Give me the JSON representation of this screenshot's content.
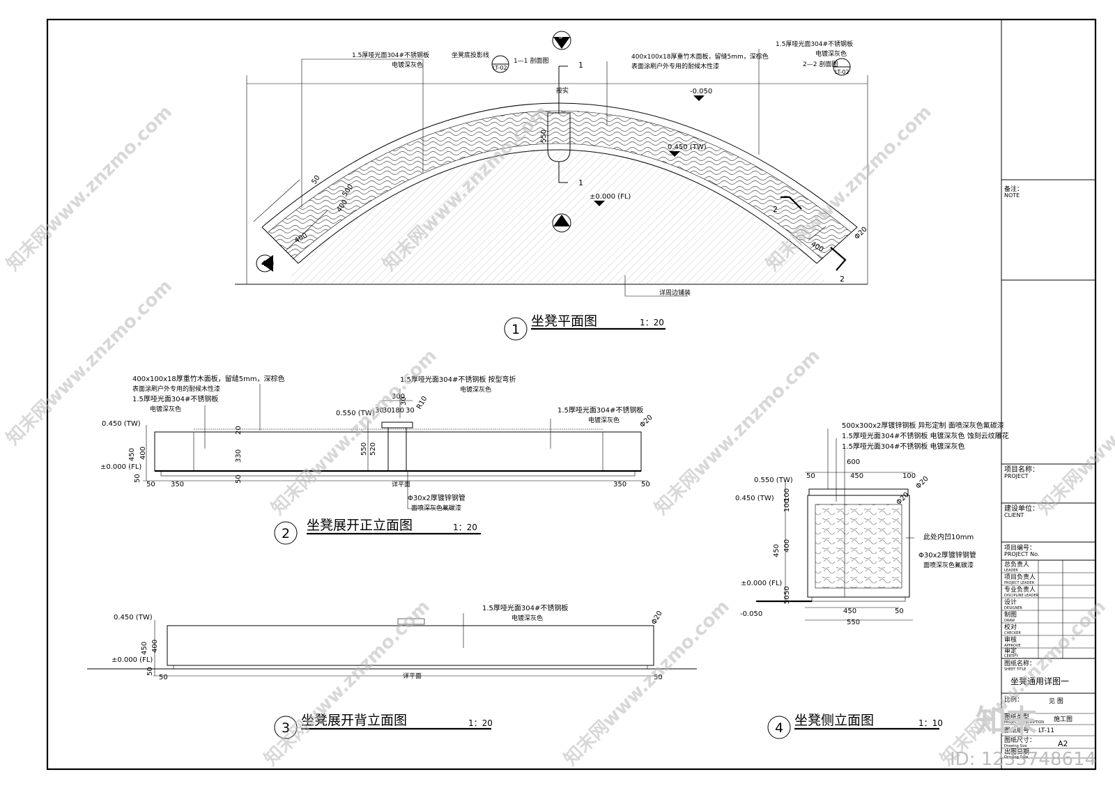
{
  "plan": {
    "title": "坐凳平面图",
    "scale": "1：20",
    "num": "1",
    "notes": {
      "steel_top_l1": "1.5厚哑光面304#不锈钢板",
      "steel_top_l2": "电镀深灰色",
      "shadow_line": "坐凳底投影线",
      "sec11": "1—1 剖面图",
      "sec11_code": "LT-02",
      "wood_l1": "400x100x18厚重竹木面板，留缝5mm，深棕色",
      "wood_l2": "表面涂刷户外专用的耐候木性漆",
      "steel_r1": "1.5厚哑光面304#不锈钢板",
      "steel_r2": "电镀深灰色",
      "sec22": "2—2 剖面图",
      "sec22_code": "LT-02",
      "paving": "详周边铺装",
      "join": "按实",
      "lvl_top": "-0.050",
      "lvl_tw": "0.450 (TW)",
      "lvl_fl": "±0.000 (FL)"
    },
    "dims": {
      "d50": "50",
      "d500": "500",
      "d400": "400",
      "d550": "550",
      "d400b": "400",
      "d400c": "400",
      "phi20": "Φ20"
    },
    "marks": {
      "m1a": "1",
      "m1b": "1",
      "m2a": "2",
      "m2b": "2",
      "c2": "2",
      "c3": "3",
      "c4": "4"
    }
  },
  "front": {
    "title": "坐凳展开正立面图",
    "scale": "1：20",
    "num": "2",
    "notes": {
      "wood_l1": "400x100x18厚重竹木面板，留缝5mm，深棕色",
      "wood_l2": "表面涂刷户外专用的耐候木性漆",
      "steel_l1": "1.5厚哑光面304#不锈钢板",
      "steel_l2": "电镀深灰色",
      "mid_l1": "1.5厚哑光面304#不锈钢板 按型弯折",
      "mid_l2": "电镀深灰色",
      "right_l1": "1.5厚哑光面304#不锈钢板",
      "right_l2": "电镀深灰色",
      "pipe_l1": "Φ30x2厚镀锌钢管",
      "pipe_l2": "面喷深灰色氟碳漆",
      "detail": "详平面",
      "lvl_550": "0.550 (TW)",
      "lvl_450": "0.450 (TW)",
      "lvl_fl": "±0.000 (FL)"
    },
    "dims": {
      "d300": "300",
      "d30a": "30",
      "d30b": "30",
      "d180": "180",
      "d30c": "30",
      "r10": "R10",
      "d20": "20",
      "d30d": "30",
      "d330": "330",
      "d550": "550",
      "d520": "520",
      "d450": "450",
      "d400": "400",
      "d50v": "50",
      "d50a": "50",
      "d350a": "350",
      "d350b": "350",
      "d50b": "50",
      "d50c": "50",
      "phi20": "Φ20"
    }
  },
  "back": {
    "title": "坐凳展开背立面图",
    "scale": "1：20",
    "num": "3",
    "notes": {
      "steel_l1": "1.5厚哑光面304#不锈钢板",
      "steel_l2": "电镀深灰色",
      "detail": "详平面",
      "lvl_450": "0.450 (TW)",
      "lvl_fl": "±0.000 (FL)"
    },
    "dims": {
      "d450": "450",
      "d400": "400",
      "d50": "50",
      "d50a": "50",
      "d50b": "50",
      "phi20": "Φ20"
    }
  },
  "side": {
    "title": "坐凳侧立面图",
    "scale": "1：10",
    "num": "4",
    "notes": {
      "n1": "500x300x2厚镀锌钢板 异形定制 面喷深灰色氟碳漆",
      "n2a": "1.5厚哑光面304#不锈钢板  电镀深灰色  蚀刻云纹雕花",
      "n3": "1.5厚哑光面304#不锈钢板  电镀深灰色",
      "inset": "此处内凹10mm",
      "pipe_l1": "Φ30x2厚镀锌钢管",
      "pipe_l2": "面喷深灰色氟碳漆",
      "lvl_550": "0.550 (TW)",
      "lvl_450": "0.450 (TW)",
      "lvl_fl": "±0.000 (FL)",
      "lvl_neg": "-0.050"
    },
    "dims": {
      "d600": "600",
      "d50a": "50",
      "d450a": "450",
      "d100a": "100",
      "d100v": "100",
      "d100v2": "100",
      "d450v": "450",
      "d400v": "400",
      "d50v": "50",
      "d50v2": "50",
      "d450b": "450",
      "d50b": "50",
      "d550": "550",
      "phi20a": "Φ20",
      "phi20b": "Φ20"
    }
  },
  "titleblock": {
    "note_cn": "备注：",
    "note_en": "NOTE",
    "project_cn": "项目名称：",
    "project_en": "PROJECT",
    "client_cn": "建设单位：",
    "client_en": "CLIENT",
    "projno_cn": "项目编号：",
    "projno_en": "PROJECT No.",
    "rows": [
      {
        "cn": "总负责人",
        "en": "LEADER"
      },
      {
        "cn": "项目负责人",
        "en": "PROJECT LEADER"
      },
      {
        "cn": "专业负责人",
        "en": "DISCIPLINE LEADER"
      },
      {
        "cn": "设计",
        "en": "DESIGNER"
      },
      {
        "cn": "制图",
        "en": "DRAW"
      },
      {
        "cn": "校对",
        "en": "CHECKER"
      },
      {
        "cn": "审核",
        "en": "APPROVE"
      },
      {
        "cn": "审定",
        "en": "CERTIFY"
      }
    ],
    "sheet_title_cn": "图纸名称：",
    "sheet_title_en": "SHEET TITLE",
    "sheet_title": "坐凳通用详图一",
    "scale_cn": "比例：",
    "scale_val": "见 图",
    "desc_cn": "图纸类型",
    "desc_en": "PROJECT DESCRIPTION",
    "desc_val": "施工图",
    "no_cn": "图纸编号",
    "no_val": "LT-11",
    "size_cn": "图纸尺寸：",
    "size_en": "Drawing Size",
    "size_val": "A2",
    "date_cn": "出图日期",
    "date_en": "Drawing Date"
  },
  "watermark": {
    "text": "知末网www.znzmo.com",
    "logo": "知末",
    "id": "ID: 1233748614"
  }
}
